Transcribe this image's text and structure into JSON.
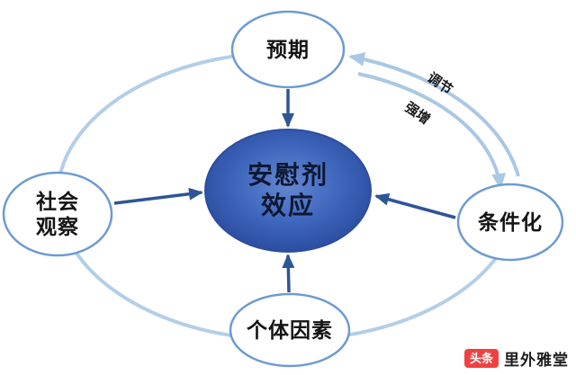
{
  "diagram": {
    "title_implicit": "安慰剂效应影响因素图",
    "center": {
      "label": "安慰剂效应",
      "line1": "安慰剂",
      "line2": "效应"
    },
    "nodes": {
      "top": {
        "label": "预期"
      },
      "left": {
        "label": "社会观察",
        "line1": "社会",
        "line2": "观察"
      },
      "right": {
        "label": "条件化"
      },
      "bottom": {
        "label": "个体因素"
      }
    },
    "arc_labels": {
      "upper": "调节",
      "lower": "强增"
    },
    "relations": [
      {
        "from": "预期",
        "to": "安慰剂效应",
        "type": "arrow"
      },
      {
        "from": "社会观察",
        "to": "安慰剂效应",
        "type": "arrow"
      },
      {
        "from": "条件化",
        "to": "安慰剂效应",
        "type": "arrow"
      },
      {
        "from": "个体因素",
        "to": "安慰剂效应",
        "type": "arrow"
      },
      {
        "from": "条件化",
        "to": "预期",
        "type": "curved-arrow",
        "label": "调节"
      },
      {
        "from": "预期",
        "to": "条件化",
        "type": "curved-arrow",
        "label": "强增"
      },
      {
        "type": "cycle-arc",
        "through": [
          "预期",
          "社会观察",
          "个体因素",
          "条件化"
        ]
      }
    ]
  },
  "watermark": {
    "logo": "头条",
    "username": "里外雅堂"
  },
  "colors": {
    "background": "#ffffff",
    "center_gradient_light": "#6488d2",
    "center_gradient_mid": "#3e66bc",
    "center_gradient_dark": "#1f3e8f",
    "center_border": "#2c4da0",
    "node_border": "#6d9bd1",
    "node_fill": "#ffffff",
    "arrow_dark_blue": "#2e5596",
    "arc_light_blue": "#a9c8e6",
    "text_black": "#141414",
    "toutiao_red": "#f04142"
  }
}
